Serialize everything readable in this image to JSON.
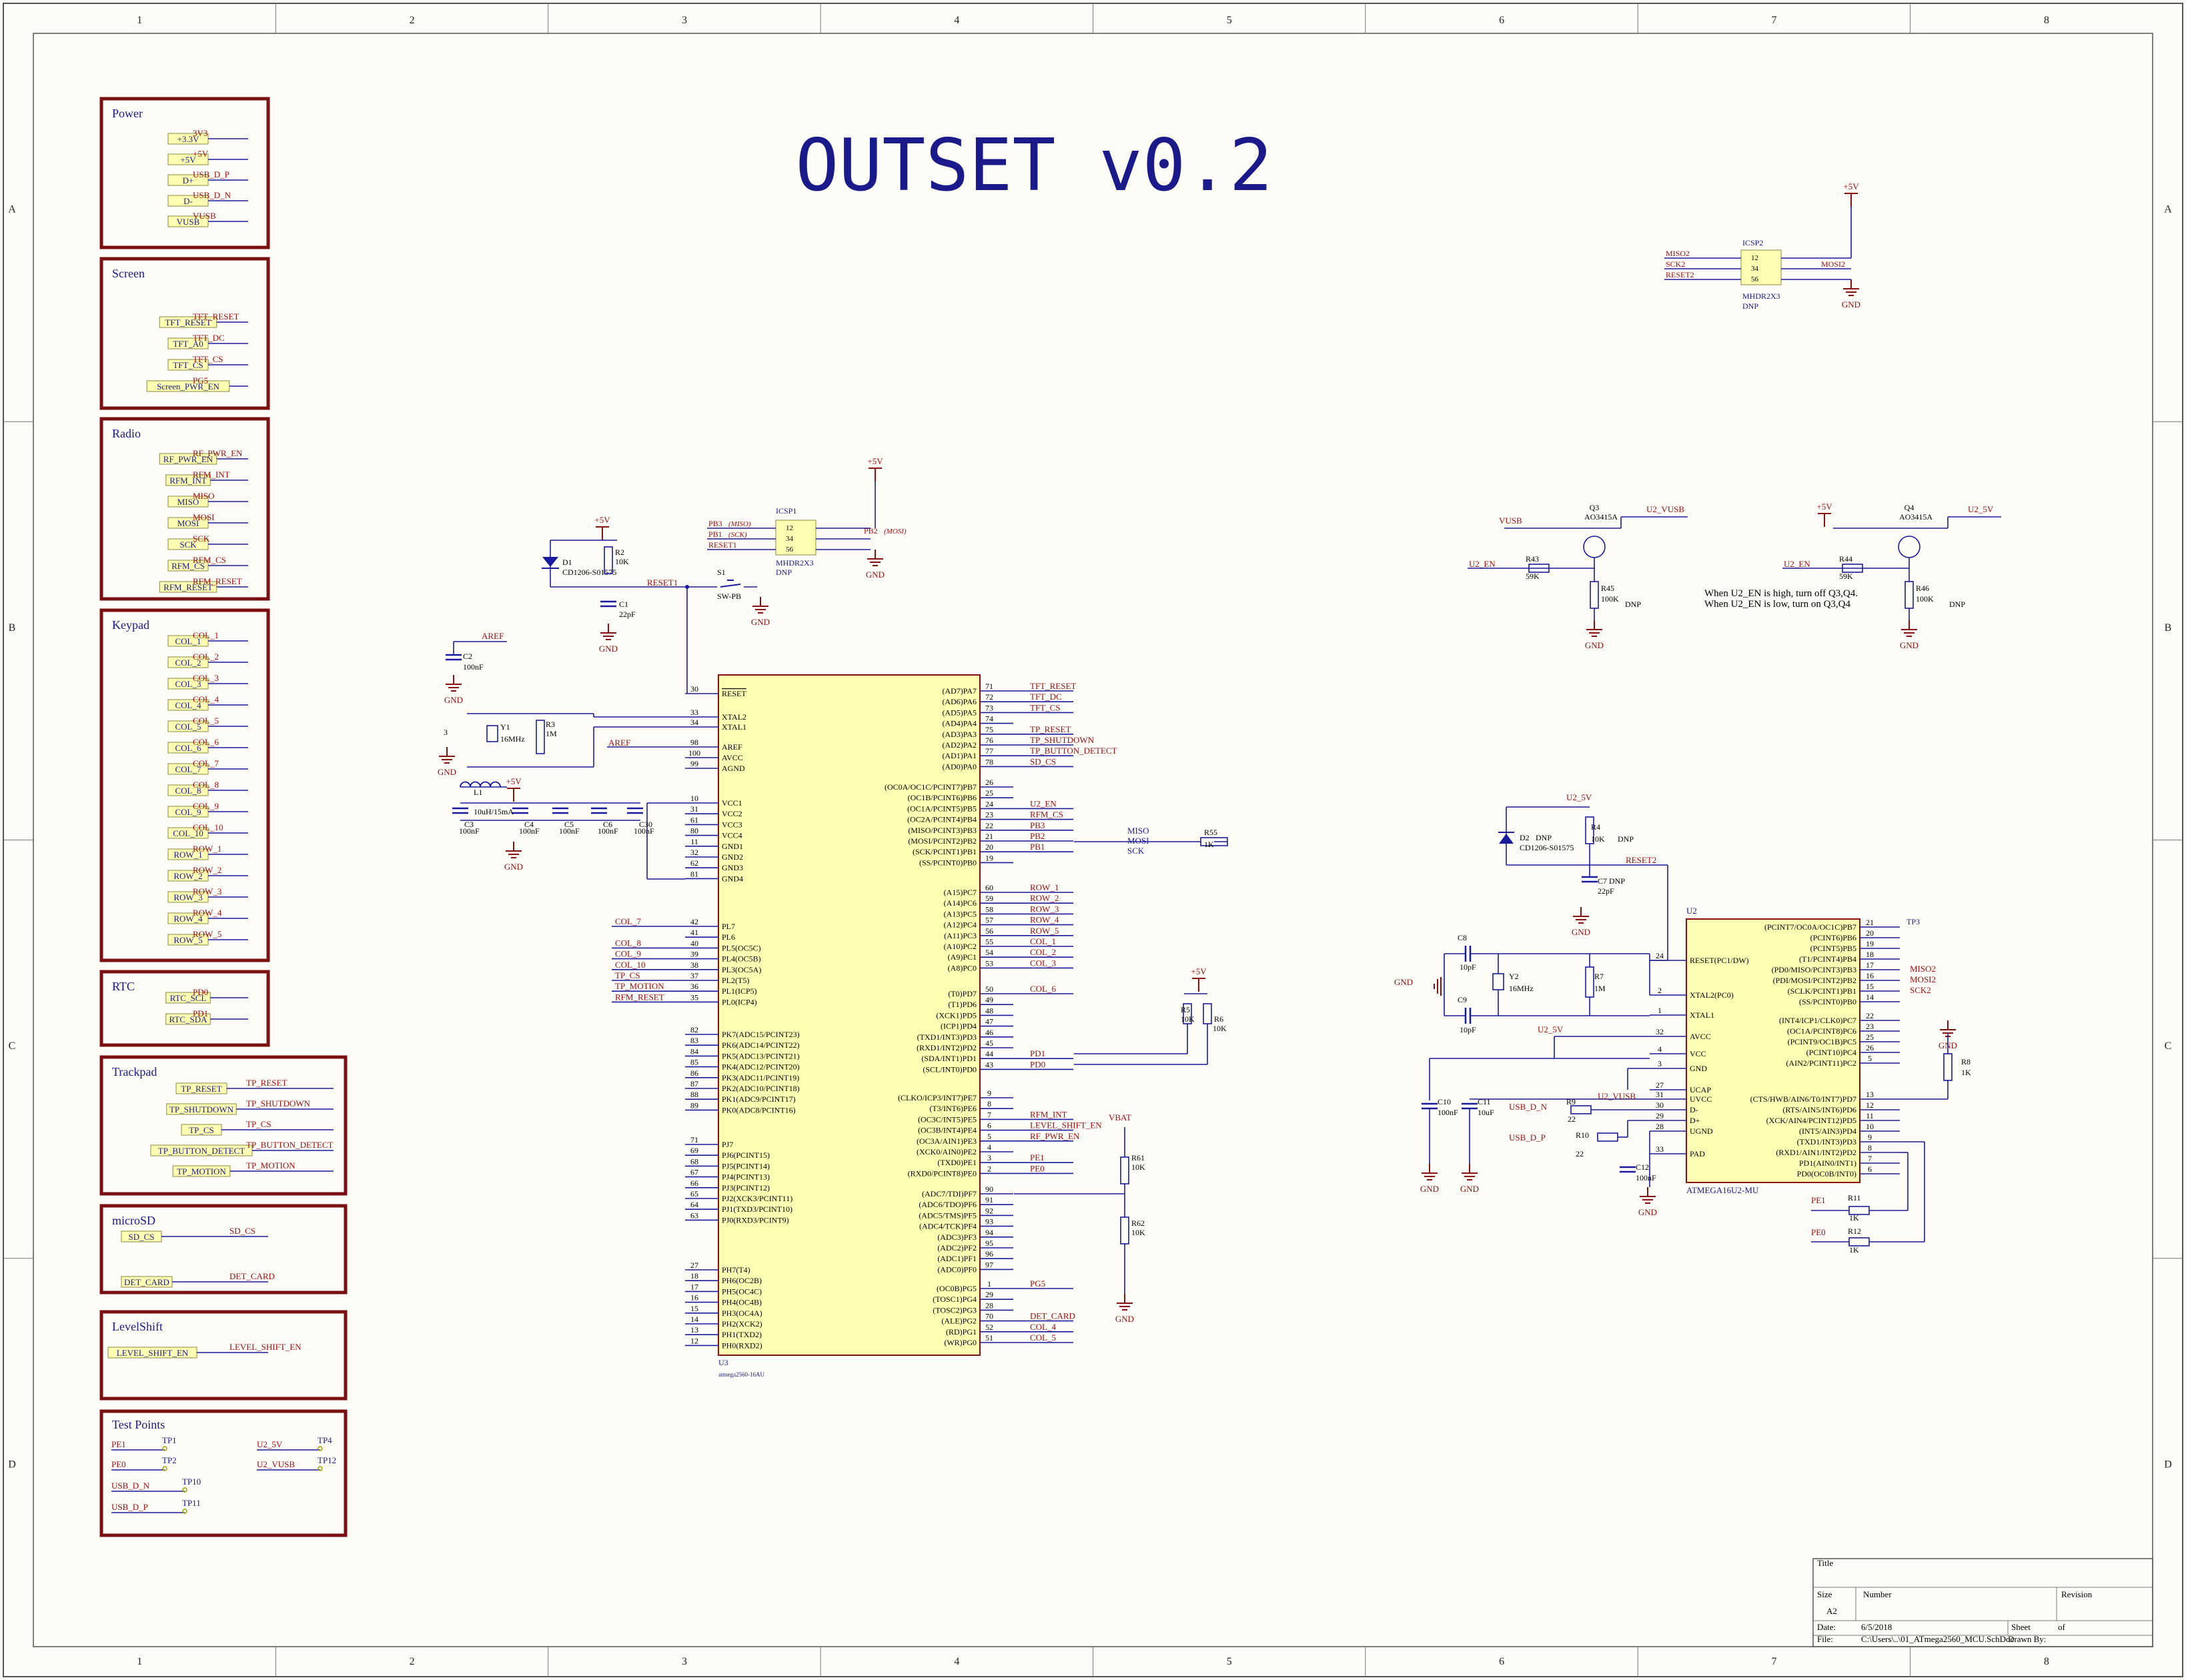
{
  "title": "OUTSET v0.2",
  "grid": {
    "cols": [
      "1",
      "2",
      "3",
      "4",
      "5",
      "6",
      "7",
      "8"
    ],
    "rows": [
      "A",
      "B",
      "C",
      "D"
    ]
  },
  "ports": [
    {
      "title": "Power",
      "items": [
        [
          "+3.3V",
          "3V3"
        ],
        [
          "+5V",
          "+5V"
        ],
        [
          "D+",
          "USB_D_P"
        ],
        [
          "D-",
          "USB_D_N"
        ],
        [
          "VUSB",
          "VUSB"
        ]
      ]
    },
    {
      "title": "Screen",
      "items": [
        [
          "TFT_RESET",
          "TFT_RESET"
        ],
        [
          "TFT_A0",
          "TFT_DC"
        ],
        [
          "TFT_CS",
          "TFT_CS"
        ],
        [
          "Screen_PWR_EN",
          "PG5"
        ]
      ]
    },
    {
      "title": "Radio",
      "items": [
        [
          "RF_PWR_EN",
          "RF_PWR_EN"
        ],
        [
          "RFM_INT",
          "RFM_INT"
        ],
        [
          "MISO",
          "MISO"
        ],
        [
          "MOSI",
          "MOSI"
        ],
        [
          "SCK",
          "SCK"
        ],
        [
          "RFM_CS",
          "RFM_CS"
        ],
        [
          "RFM_RESET",
          "RFM_RESET"
        ]
      ]
    },
    {
      "title": "Keypad",
      "items": [
        [
          "COL_1",
          "COL_1"
        ],
        [
          "COL_2",
          "COL_2"
        ],
        [
          "COL_3",
          "COL_3"
        ],
        [
          "COL_4",
          "COL_4"
        ],
        [
          "COL_5",
          "COL_5"
        ],
        [
          "COL_6",
          "COL_6"
        ],
        [
          "COL_7",
          "COL_7"
        ],
        [
          "COL_8",
          "COL_8"
        ],
        [
          "COL_9",
          "COL_9"
        ],
        [
          "COL_10",
          "COL_10"
        ],
        [
          "ROW_1",
          "ROW_1"
        ],
        [
          "ROW_2",
          "ROW_2"
        ],
        [
          "ROW_3",
          "ROW_3"
        ],
        [
          "ROW_4",
          "ROW_4"
        ],
        [
          "ROW_5",
          "ROW_5"
        ]
      ]
    },
    {
      "title": "RTC",
      "items": [
        [
          "RTC_SCL",
          "PD0"
        ],
        [
          "RTC_SDA",
          "PD1"
        ]
      ]
    },
    {
      "title": "Trackpad",
      "items": [
        [
          "TP_RESET",
          "TP_RESET"
        ],
        [
          "TP_SHUTDOWN",
          "TP_SHUTDOWN"
        ],
        [
          "TP_CS",
          "TP_CS"
        ],
        [
          "TP_BUTTON_DETECT",
          "TP_BUTTON_DETECT"
        ],
        [
          "TP_MOTION",
          "TP_MOTION"
        ]
      ]
    },
    {
      "title": "microSD",
      "items": [
        [
          "SD_CS",
          "SD_CS"
        ],
        [
          "DET_CARD",
          "DET_CARD"
        ]
      ]
    },
    {
      "title": "LevelShift",
      "items": [
        [
          "LEVEL_SHIFT_EN",
          "LEVEL_SHIFT_EN"
        ]
      ]
    }
  ],
  "test_points": {
    "title": "Test Points",
    "items": [
      [
        "PE1",
        "TP1"
      ],
      [
        "PE0",
        "TP2"
      ],
      [
        "USB_D_N",
        "TP10"
      ],
      [
        "USB_D_P",
        "TP11"
      ],
      [
        "U2_5V",
        "TP4"
      ],
      [
        "U2_VUSB",
        "TP12"
      ]
    ]
  },
  "u3": {
    "ref": "U3",
    "part": "atmega2560-16AU",
    "left_pins": [
      [
        "30",
        "RESET"
      ],
      [
        "33",
        "XTAL2"
      ],
      [
        "34",
        "XTAL1"
      ],
      [
        "98",
        "AREF"
      ],
      [
        "100",
        "AVCC"
      ],
      [
        "99",
        "AGND"
      ],
      [
        "10",
        "VCC1"
      ],
      [
        "31",
        "VCC2"
      ],
      [
        "61",
        "VCC3"
      ],
      [
        "80",
        "VCC4"
      ],
      [
        "11",
        "GND1"
      ],
      [
        "32",
        "GND2"
      ],
      [
        "62",
        "GND3"
      ],
      [
        "81",
        "GND4"
      ],
      [
        "42",
        "PL7"
      ],
      [
        "41",
        "PL6"
      ],
      [
        "40",
        "PL5(OC5C)"
      ],
      [
        "39",
        "PL4(OC5B)"
      ],
      [
        "38",
        "PL3(OC5A)"
      ],
      [
        "37",
        "PL2(T5)"
      ],
      [
        "36",
        "PL1(ICP5)"
      ],
      [
        "35",
        "PL0(ICP4)"
      ],
      [
        "82",
        "PK7(ADC15/PCINT23)"
      ],
      [
        "83",
        "PK6(ADC14/PCINT22)"
      ],
      [
        "84",
        "PK5(ADC13/PCINT21)"
      ],
      [
        "85",
        "PK4(ADC12/PCINT20)"
      ],
      [
        "86",
        "PK3(ADC11/PCINT19)"
      ],
      [
        "87",
        "PK2(ADC10/PCINT18)"
      ],
      [
        "88",
        "PK1(ADC9/PCINT17)"
      ],
      [
        "89",
        "PK0(ADC8/PCINT16)"
      ],
      [
        "71",
        "PJ7"
      ],
      [
        "69",
        "PJ6(PCINT15)"
      ],
      [
        "68",
        "PJ5(PCINT14)"
      ],
      [
        "67",
        "PJ4(PCINT13)"
      ],
      [
        "66",
        "PJ3(PCINT12)"
      ],
      [
        "65",
        "PJ2(XCK3/PCINT11)"
      ],
      [
        "64",
        "PJ1(TXD3/PCINT10)"
      ],
      [
        "63",
        "PJ0(RXD3/PCINT9)"
      ],
      [
        "27",
        "PH7(T4)"
      ],
      [
        "18",
        "PH6(OC2B)"
      ],
      [
        "17",
        "PH5(OC4C)"
      ],
      [
        "16",
        "PH4(OC4B)"
      ],
      [
        "15",
        "PH3(OC4A)"
      ],
      [
        "14",
        "PH2(XCK2)"
      ],
      [
        "13",
        "PH1(TXD2)"
      ],
      [
        "12",
        "PH0(RXD2)"
      ]
    ],
    "right_pins": [
      [
        "71",
        "(AD7)PA7",
        "TFT_RESET"
      ],
      [
        "72",
        "(AD6)PA6",
        "TFT_DC"
      ],
      [
        "73",
        "(AD5)PA5",
        "TFT_CS"
      ],
      [
        "74",
        "(AD4)PA4",
        ""
      ],
      [
        "75",
        "(AD3)PA3",
        "TP_RESET"
      ],
      [
        "76",
        "(AD2)PA2",
        "TP_SHUTDOWN"
      ],
      [
        "77",
        "(AD1)PA1",
        "TP_BUTTON_DETECT"
      ],
      [
        "78",
        "(AD0)PA0",
        "SD_CS"
      ],
      [
        "26",
        "(OC0A/OC1C/PCINT7)PB7",
        ""
      ],
      [
        "25",
        "(OC1B/PCINT6)PB6",
        ""
      ],
      [
        "24",
        "(OC1A/PCINT5)PB5",
        "U2_EN"
      ],
      [
        "23",
        "(OC2A/PCINT4)PB4",
        "RFM_CS"
      ],
      [
        "22",
        "(MISO/PCINT3)PB3",
        "PB3"
      ],
      [
        "21",
        "(MOSI/PCINT2)PB2",
        "PB2"
      ],
      [
        "20",
        "(SCK/PCINT1)PB1",
        "PB1"
      ],
      [
        "19",
        "(SS/PCINT0)PB0",
        ""
      ],
      [
        "60",
        "(A15)PC7",
        "ROW_1"
      ],
      [
        "59",
        "(A14)PC6",
        "ROW_2"
      ],
      [
        "58",
        "(A13)PC5",
        "ROW_3"
      ],
      [
        "57",
        "(A12)PC4",
        "ROW_4"
      ],
      [
        "56",
        "(A11)PC3",
        "ROW_5"
      ],
      [
        "55",
        "(A10)PC2",
        "COL_1"
      ],
      [
        "54",
        "(A9)PC1",
        "COL_2"
      ],
      [
        "53",
        "(A8)PC0",
        "COL_3"
      ],
      [
        "50",
        "(T0)PD7",
        "COL_6"
      ],
      [
        "49",
        "(T1)PD6",
        ""
      ],
      [
        "48",
        "(XCK1)PD5",
        ""
      ],
      [
        "47",
        "(ICP1)PD4",
        ""
      ],
      [
        "46",
        "(TXD1/INT3)PD3",
        ""
      ],
      [
        "45",
        "(RXD1/INT2)PD2",
        ""
      ],
      [
        "44",
        "(SDA/INT1)PD1",
        "PD1"
      ],
      [
        "43",
        "(SCL/INT0)PD0",
        "PD0"
      ],
      [
        "9",
        "(CLKO/ICP3/INT7)PE7",
        ""
      ],
      [
        "8",
        "(T3/INT6)PE6",
        ""
      ],
      [
        "7",
        "(OC3C/INT5)PE5",
        "RFM_INT"
      ],
      [
        "6",
        "(OC3B/INT4)PE4",
        "LEVEL_SHIFT_EN"
      ],
      [
        "5",
        "(OC3A/AIN1)PE3",
        "RF_PWR_EN"
      ],
      [
        "4",
        "(XCK0/AIN0)PE2",
        ""
      ],
      [
        "3",
        "(TXD0)PE1",
        "PE1"
      ],
      [
        "2",
        "(RXD0/PCINT8)PE0",
        "PE0"
      ],
      [
        "90",
        "(ADC7/TDI)PF7",
        ""
      ],
      [
        "91",
        "(ADC6/TDO)PF6",
        ""
      ],
      [
        "92",
        "(ADC5/TMS)PF5",
        ""
      ],
      [
        "93",
        "(ADC4/TCK)PF4",
        ""
      ],
      [
        "94",
        "(ADC3)PF3",
        ""
      ],
      [
        "95",
        "(ADC2)PF2",
        ""
      ],
      [
        "96",
        "(ADC1)PF1",
        ""
      ],
      [
        "97",
        "(ADC0)PF0",
        ""
      ],
      [
        "1",
        "(OC0B)PG5",
        "PG5"
      ],
      [
        "29",
        "(TOSC1)PG4",
        ""
      ],
      [
        "28",
        "(TOSC2)PG3",
        ""
      ],
      [
        "70",
        "(ALE)PG2",
        "DET_CARD"
      ],
      [
        "52",
        "(RD)PG1",
        "COL_4"
      ],
      [
        "51",
        "(WR)PG0",
        "COL_5"
      ]
    ],
    "left_nets": [
      [
        "PL7",
        "COL_7"
      ],
      [
        "PL5(OC5C)",
        "COL_8"
      ],
      [
        "PL4(OC5B)",
        "COL_9"
      ],
      [
        "PL3(OC5A)",
        "COL_10"
      ],
      [
        "PL2(T5)",
        "TP_CS"
      ],
      [
        "PL1(ICP5)",
        "TP_MOTION"
      ],
      [
        "PL0(ICP4)",
        "RFM_RESET"
      ]
    ]
  },
  "u2": {
    "ref": "U2",
    "part": "ATMEGA16U2-MU",
    "left_pins": [
      [
        "24",
        "RESET(PC1/DW)"
      ],
      [
        "2",
        "XTAL2(PC0)"
      ],
      [
        "1",
        "XTAL1"
      ],
      [
        "32",
        "AVCC"
      ],
      [
        "4",
        "VCC"
      ],
      [
        "3",
        "GND"
      ],
      [
        "27",
        "UCAP"
      ],
      [
        "31",
        "UVCC"
      ],
      [
        "30",
        "D-"
      ],
      [
        "29",
        "D+"
      ],
      [
        "28",
        "UGND"
      ],
      [
        "33",
        "PAD"
      ]
    ],
    "right_pins": [
      [
        "21",
        "(PCINT7/OC0A/OC1C)PB7"
      ],
      [
        "20",
        "(PCINT6)PB6"
      ],
      [
        "19",
        "(PCINT5)PB5"
      ],
      [
        "18",
        "(T1/PCINT4)PB4"
      ],
      [
        "17",
        "(PD0/MISO/PCINT3)PB3"
      ],
      [
        "16",
        "(PDI/MOSI/PCINT2)PB2"
      ],
      [
        "15",
        "(SCLK/PCINT1)PB1"
      ],
      [
        "14",
        "(SS/PCINT0)PB0"
      ],
      [
        "22",
        "(INT4/ICP1/CLK0)PC7"
      ],
      [
        "23",
        "(OC1A/PCINT8)PC6"
      ],
      [
        "25",
        "(PCINT9/OC1B)PC5"
      ],
      [
        "26",
        "(PCINT10)PC4"
      ],
      [
        "5",
        "(AIN2/PCINT11)PC2"
      ],
      [
        "13",
        "(CTS/HWB/AIN6/T0/INT7)PD7"
      ],
      [
        "12",
        "(RTS/AIN5/INT6)PD6"
      ],
      [
        "11",
        "(XCK/AIN4/PCINT12)PD5"
      ],
      [
        "10",
        "(INT5/AIN3)PD4"
      ],
      [
        "9",
        "(TXD1/INT3)PD3"
      ],
      [
        "8",
        "(RXD1/AIN1/INT2)PD2"
      ],
      [
        "7",
        "PD1(AIN0/INT1)"
      ],
      [
        "6",
        "PD0(OC0B/INT0)"
      ]
    ],
    "right_nets": [
      [
        "(PD0/MISO/PCINT3)PB3",
        "MISO2"
      ],
      [
        "(PDI/MOSI/PCINT2)PB2",
        "MOSI2"
      ],
      [
        "(SCLK/PCINT1)PB1",
        "SCK2"
      ]
    ]
  },
  "labels": {
    "icsp1": {
      "ref": "ICSP1",
      "part": "MHDR2X3",
      "dnp": "DNP",
      "pins": [
        "12",
        "34",
        "56"
      ],
      "nets_left": [
        "PB3",
        "PB1",
        "RESET1"
      ],
      "nets_left_sub": [
        "(MISO)",
        "(SCK)",
        ""
      ],
      "net_right": "PB2",
      "net_right_sub": "(MOSI)"
    },
    "icsp2": {
      "ref": "ICSP2",
      "part": "MHDR2X3",
      "dnp": "DNP",
      "pins": [
        "12",
        "34",
        "56"
      ],
      "nets_left": [
        "MISO2",
        "SCK2",
        "RESET2"
      ],
      "net_right": "MOSI2"
    },
    "note1": "When U2_EN is high, turn off Q3,Q4.",
    "note2": "When U2_EN is low, turn on Q3,Q4",
    "q3": {
      "ref": "Q3",
      "part": "AO3415A",
      "src": "VUSB",
      "out": "U2_VUSB",
      "gate_net": "U2_EN",
      "r_gate": [
        "R43",
        "59K"
      ],
      "r_pull": [
        "R45",
        "100K",
        "DNP"
      ]
    },
    "q4": {
      "ref": "Q4",
      "part": "AO3415A",
      "src": "+5V",
      "out": "U2_5V",
      "gate_net": "U2_EN",
      "r_gate": [
        "R44",
        "59K"
      ],
      "r_pull": [
        "R46",
        "100K",
        "DNP"
      ]
    },
    "passives": {
      "d1": [
        "D1",
        "CD1206-S01575"
      ],
      "r2": [
        "R2",
        "10K"
      ],
      "c1": [
        "C1",
        "22pF"
      ],
      "s1": [
        "S1",
        "SW-PB"
      ],
      "reset1": "RESET1",
      "c2": [
        "C2",
        "100nF"
      ],
      "aref": "AREF",
      "y1": [
        "Y1",
        "16MHz"
      ],
      "r3": [
        "R3",
        "1M"
      ],
      "l1": [
        "L1",
        "10uH/15mA"
      ],
      "c3": [
        "C3",
        "100nF"
      ],
      "c4": [
        "C4",
        "100nF"
      ],
      "c5": [
        "C5",
        "100nF"
      ],
      "c6": [
        "C6",
        "100nF"
      ],
      "c30": [
        "C30",
        "100nF"
      ],
      "r5": [
        "R5",
        "10K"
      ],
      "r6": [
        "R6",
        "10K"
      ],
      "r55": [
        "R55",
        "1K"
      ],
      "r61": [
        "R61",
        "10K"
      ],
      "r62": [
        "R62",
        "10K"
      ],
      "vbat": "VBAT",
      "d2": [
        "D2",
        "DNP",
        "CD1206-S01575"
      ],
      "r4": [
        "R4",
        "10K",
        "DNP"
      ],
      "c7": [
        "C7",
        "DNP",
        "22pF"
      ],
      "reset2": "RESET2",
      "c8": [
        "C8",
        "10pF"
      ],
      "c9": [
        "C9",
        "10pF"
      ],
      "y2": [
        "Y2",
        "16MHz"
      ],
      "r7": [
        "R7",
        "1M"
      ],
      "r8": [
        "R8",
        "1K"
      ],
      "c10": [
        "C10",
        "100nF"
      ],
      "c11": [
        "C11",
        "10uF"
      ],
      "r9": [
        "R9",
        "22"
      ],
      "r10": [
        "R10",
        "22"
      ],
      "c12": [
        "C12",
        "100nF"
      ],
      "r11": [
        "R11",
        "1K"
      ],
      "r12": [
        "R12",
        "1K"
      ],
      "tp3": "TP3"
    },
    "power": {
      "p5v": "+5V",
      "gnd": "GND",
      "u2_5v": "U2_5V",
      "u2_vusb": "U2_VUSB",
      "usb_d_n": "USB_D_N",
      "usb_d_p": "USB_D_P",
      "pe1": "PE1",
      "pe0": "PE0"
    }
  },
  "title_block": {
    "title_label": "Title",
    "size_label": "Size",
    "size": "A2",
    "number_label": "Number",
    "revision_label": "Revision",
    "date_label": "Date:",
    "date": "6/5/2018",
    "sheet_label": "Sheet",
    "of_label": "of",
    "file_label": "File:",
    "file": "C:\\Users\\..\\01_ATmega2560_MCU.SchDoc",
    "drawn_label": "Drawn By:"
  },
  "colors": {
    "wire": "#1a1a9e",
    "net": "#a01010",
    "frame": "#7a1010",
    "body_fill": "#ffffb4",
    "body_stroke": "#8a1010",
    "gnd": "#8a1010",
    "title": "#1a1a8a"
  }
}
